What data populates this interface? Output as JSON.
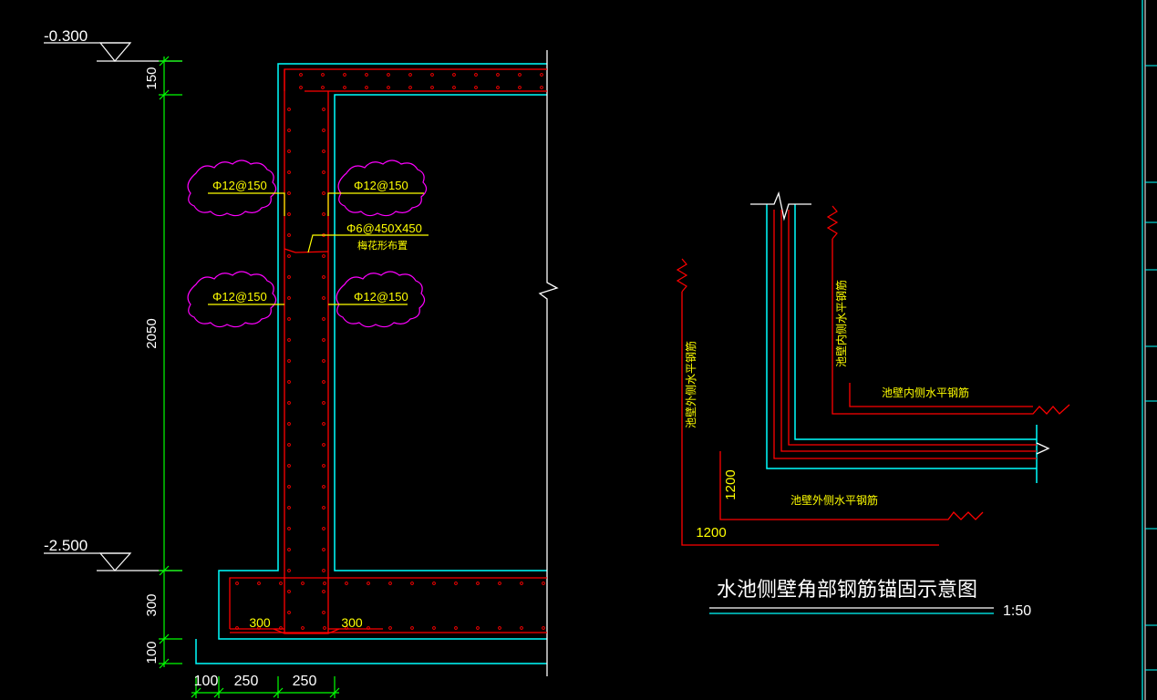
{
  "elevations": {
    "top": "-0.300",
    "bottom": "-2.500"
  },
  "dimensions": {
    "vertical": [
      "150",
      "2050",
      "300",
      "100"
    ],
    "horizontal": [
      "100",
      "250",
      "250"
    ],
    "anchorage": [
      "300",
      "300"
    ]
  },
  "rebar_labels": {
    "outer_upper": "Φ12@150",
    "inner_upper": "Φ12@150",
    "outer_lower": "Φ12@150",
    "inner_lower": "Φ12@150",
    "tie_spec": "Φ6@450X450",
    "tie_note": "梅花形布置"
  },
  "corner_detail": {
    "title": "水池侧壁角部钢筋锚固示意图",
    "scale": "1:50",
    "inner_vertical_label": "池壁内侧水平钢筋",
    "inner_horizontal_label": "池壁内侧水平钢筋",
    "outer_vertical_label": "池壁外侧水平钢筋",
    "outer_horizontal_label": "池壁外侧水平钢筋",
    "dim_vertical": "1200",
    "dim_horizontal": "1200"
  },
  "colors": {
    "background": "#000000",
    "wall_outline": "#00ffff",
    "rebar": "#ff0000",
    "dimension_line": "#00ff00",
    "text": "#ffffff",
    "rebar_text": "#ffff00",
    "revision_cloud": "#ff00ff"
  }
}
